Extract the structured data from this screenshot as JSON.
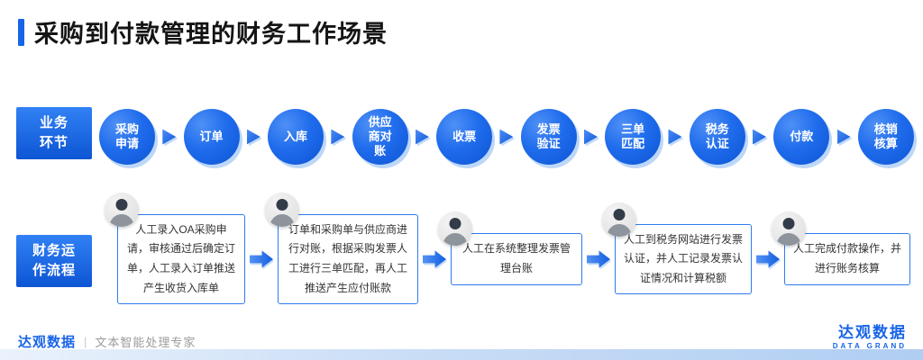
{
  "title": "采购到付款管理的财务工作场景",
  "business_row": {
    "label": "业务\n环节",
    "nodes": [
      "采购申请",
      "订单",
      "入库",
      "供应商对账",
      "收票",
      "发票验证",
      "三单匹配",
      "税务认证",
      "付款",
      "核销核算"
    ]
  },
  "finance_row": {
    "label": "财务运\n作流程",
    "steps": [
      "人工录入OA采购申请，审核通过后确定订单，人工录入订单推送产生收货入库单",
      "订单和采购单与供应商进行对账，根据采购发票人工进行三单匹配，再人工推送产生应付账款",
      "人工在系统整理发票管理台账",
      "人工到税务网站进行发票认证，并人工记录发票认证情况和计算税额",
      "人工完成付款操作，并进行账务核算"
    ]
  },
  "footer": {
    "brand": "达观数据",
    "divider": "|",
    "tagline": "文本智能处理专家",
    "logo_name": "达观数据",
    "logo_sub": "DATA GRAND"
  },
  "colors": {
    "accent": "#1764E8",
    "accent-dark": "#0D55D4",
    "accent-light": "#BDD7F8",
    "muted": "#9B9B9B"
  }
}
